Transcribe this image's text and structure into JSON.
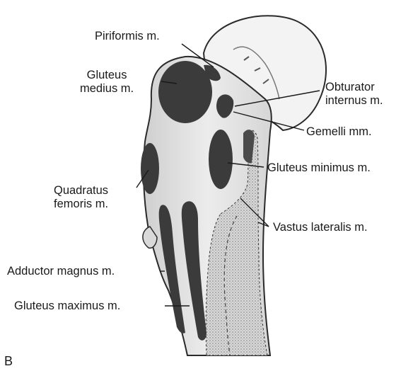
{
  "panel_letter": "B",
  "labels": {
    "piriformis": "Piriformis m.",
    "gluteus_medius": [
      "Gluteus",
      "medius m."
    ],
    "obturator_internus": [
      "Obturator",
      "internus m."
    ],
    "gemelli": "Gemelli mm.",
    "gluteus_minimus": "Gluteus minimus m.",
    "quadratus_femoris": [
      "Quadratus",
      "femoris m."
    ],
    "vastus_lateralis": "Vastus lateralis m.",
    "adductor_magnus": "Adductor magnus m.",
    "gluteus_maximus": "Gluteus maximus m."
  },
  "colors": {
    "background": "#ffffff",
    "bone": "#e4e4e4",
    "femoral_head": "#f3f3f3",
    "muscle_attachment": "#3b3b3b",
    "stipple": "#cfcfcf",
    "ink": "#1a1a1a"
  }
}
